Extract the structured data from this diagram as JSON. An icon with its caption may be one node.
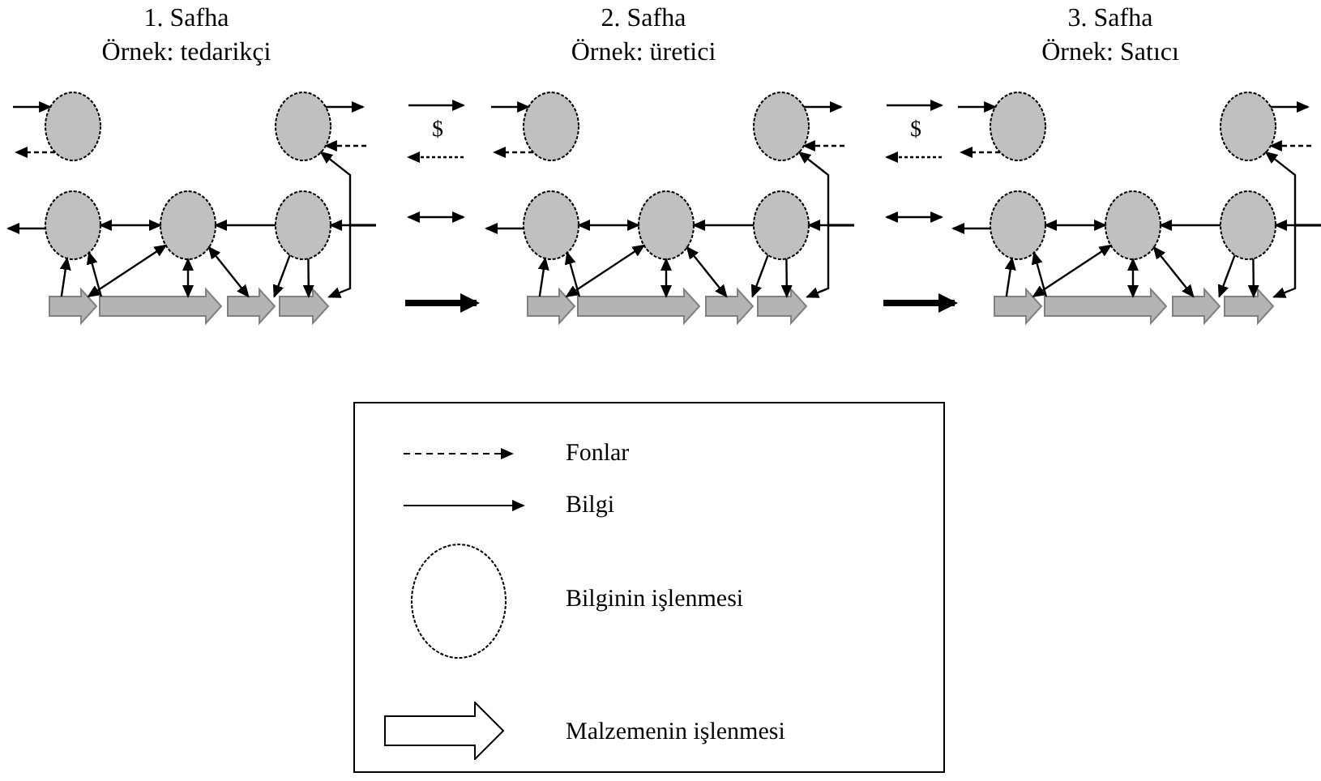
{
  "diagram": {
    "nodes": [
      {
        "text": [],
        "shape": "circle"
      },
      {
        "text": [],
        "shape": "circle"
      },
      {
        "text": [],
        "shape": "circle"
      },
      {
        "text": [],
        "shape": "circle"
      },
      {
        "text": [],
        "shape": "circle"
      },
      {
        "text": [],
        "shape": "arrow"
      },
      {
        "text": [],
        "shape": "arrow"
      },
      {
        "text": [],
        "shape": "arrow"
      },
      {
        "text": [],
        "shape": "arrow"
      },
      {
        "text": [],
        "shape": "circle"
      },
      {
        "text": [],
        "shape": "circle"
      },
      {
        "text": [],
        "shape": "circle"
      },
      {
        "text": [],
        "shape": "circle"
      },
      {
        "text": [],
        "shape": "circle"
      },
      {
        "text": [],
        "shape": "arrow"
      },
      {
        "text": [],
        "shape": "arrow"
      },
      {
        "text": [],
        "shape": "arrow"
      },
      {
        "text": [],
        "shape": "arrow"
      },
      {
        "text": [],
        "shape": "circle"
      },
      {
        "text": [],
        "shape": "circle"
      },
      {
        "text": [],
        "shape": "circle"
      },
      {
        "text": [],
        "shape": "circle"
      },
      {
        "text": [],
        "shape": "circle"
      },
      {
        "text": [],
        "shape": "arrow"
      },
      {
        "text": [],
        "shape": "arrow"
      },
      {
        "text": [],
        "shape": "arrow"
      },
      {
        "text": [],
        "shape": "arrow"
      }
    ],
    "edges": [
      {
        "from": null,
        "to": 0,
        "arrow": "to"
      },
      {
        "from": 0,
        "to": null,
        "arrow": "to",
        "style": "dashed"
      },
      {
        "from": 1,
        "to": null,
        "arrow": "to"
      },
      {
        "from": null,
        "to": 1,
        "arrow": "to",
        "style": "dashed"
      },
      {
        "from": 2,
        "to": null,
        "arrow": "to"
      },
      {
        "from": 2,
        "to": 3,
        "arrow": "both"
      },
      {
        "from": 4,
        "to": 3,
        "arrow": "to"
      },
      {
        "from": null,
        "to": 4,
        "arrow": "to"
      },
      {
        "from": null,
        "to": 1,
        "arrow": "to"
      },
      {
        "from": null,
        "to": 8,
        "arrow": "to"
      },
      {
        "from": 5,
        "to": 2,
        "arrow": "to"
      },
      {
        "from": 6,
        "to": 2,
        "arrow": "to"
      },
      {
        "from": 3,
        "to": 5,
        "arrow": "both"
      },
      {
        "from": 3,
        "to": 6,
        "arrow": "both"
      },
      {
        "from": 3,
        "to": 7,
        "arrow": "both"
      },
      {
        "from": 4,
        "to": 7,
        "arrow": "to"
      },
      {
        "from": 4,
        "to": 8,
        "arrow": "to"
      },
      {
        "from": null,
        "to": 9,
        "arrow": "to"
      },
      {
        "from": 9,
        "to": null,
        "arrow": "to",
        "style": "dashed"
      },
      {
        "from": 10,
        "to": null,
        "arrow": "to"
      },
      {
        "from": null,
        "to": 10,
        "arrow": "to",
        "style": "dashed"
      },
      {
        "from": 11,
        "to": null,
        "arrow": "to"
      },
      {
        "from": 11,
        "to": 12,
        "arrow": "both"
      },
      {
        "from": 13,
        "to": 12,
        "arrow": "to"
      },
      {
        "from": null,
        "to": 13,
        "arrow": "to"
      },
      {
        "from": null,
        "to": 10,
        "arrow": "to"
      },
      {
        "from": null,
        "to": 17,
        "arrow": "to"
      },
      {
        "from": 14,
        "to": 11,
        "arrow": "to"
      },
      {
        "from": 15,
        "to": 11,
        "arrow": "to"
      },
      {
        "from": 12,
        "to": 14,
        "arrow": "both"
      },
      {
        "from": 12,
        "to": 15,
        "arrow": "both"
      },
      {
        "from": 12,
        "to": 16,
        "arrow": "both"
      },
      {
        "from": 13,
        "to": 16,
        "arrow": "to"
      },
      {
        "from": 13,
        "to": 17,
        "arrow": "to"
      },
      {
        "from": null,
        "to": 18,
        "arrow": "to"
      },
      {
        "from": 18,
        "to": null,
        "arrow": "to",
        "style": "dashed"
      },
      {
        "from": 19,
        "to": null,
        "arrow": "to"
      },
      {
        "from": null,
        "to": 19,
        "arrow": "to",
        "style": "dashed"
      },
      {
        "from": 20,
        "to": null,
        "arrow": "to"
      },
      {
        "from": 20,
        "to": 21,
        "arrow": "both"
      },
      {
        "from": 22,
        "to": 21,
        "arrow": "to"
      },
      {
        "from": null,
        "to": 22,
        "arrow": "to"
      },
      {
        "from": null,
        "to": 19,
        "arrow": "to"
      },
      {
        "from": null,
        "to": 26,
        "arrow": "to"
      },
      {
        "from": 23,
        "to": 20,
        "arrow": "to"
      },
      {
        "from": 24,
        "to": 20,
        "arrow": "to"
      },
      {
        "from": 21,
        "to": 23,
        "arrow": "both"
      },
      {
        "from": 21,
        "to": 24,
        "arrow": "both"
      },
      {
        "from": 21,
        "to": 25,
        "arrow": "both"
      },
      {
        "from": 22,
        "to": 25,
        "arrow": "to"
      },
      {
        "from": 22,
        "to": 26,
        "arrow": "to"
      }
    ],
    "labels": [
      "1. Safha",
      "Örnek: tedarikçi",
      "2. Safha",
      "Örnek: üretici",
      "3. Safha",
      "Örnek: Satıcı",
      "$",
      "$"
    ],
    "legend": [
      {
        "text": "Fonlar"
      },
      {
        "text": "Bilgi"
      },
      {
        "text": "Bilginin işlenmesi"
      },
      {
        "text": "Malzemenin işlenmesi"
      }
    ]
  }
}
